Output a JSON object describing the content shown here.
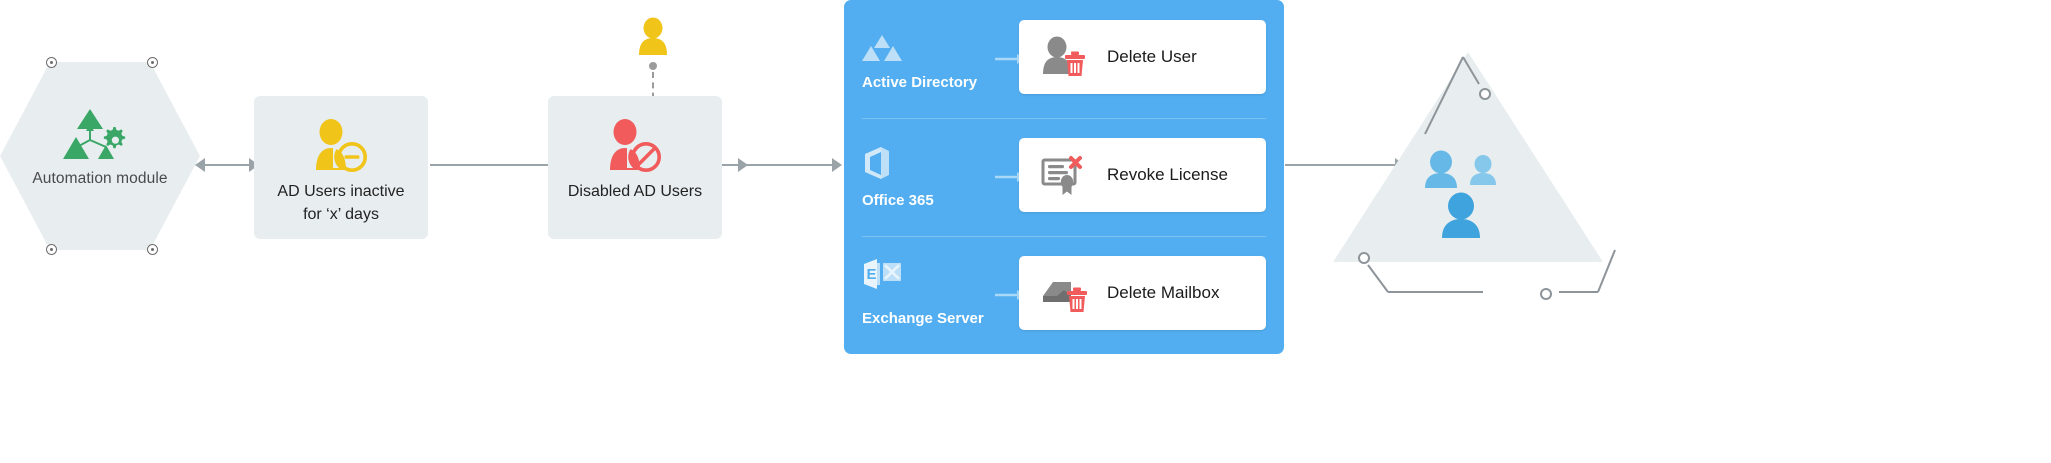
{
  "diagram": {
    "title": "AD user lifecycle de-provisioning automation flow",
    "colors": {
      "node_fill": "#e8eef0",
      "panel_blue": "#52aef0",
      "panel_divider": "#7cc3f4",
      "accent_green": "#3aa767",
      "accent_yellow": "#f0c419",
      "accent_red": "#f15b5b",
      "accent_blue_user": "#5cb3e4",
      "connector_gray": "#9aa3a8",
      "text_dark": "#222222",
      "text_muted": "#4a4a4a"
    }
  },
  "nodes": {
    "automation_module": {
      "label": "Automation module",
      "icon": "automation-module-icon",
      "shape": "hexagon",
      "handles": 4
    },
    "ad_users_inactive": {
      "label_line1": "AD Users inactive",
      "label_line2": "for ‘x’ days",
      "icon": "user-minus-icon",
      "shape": "rounded-rect"
    },
    "disabled_ad_users": {
      "label": "Disabled AD Users",
      "icon": "user-blocked-icon",
      "shape": "rounded-rect"
    },
    "final_group": {
      "label": "",
      "icon": "users-group-icon",
      "shape": "triangle",
      "handles": 3
    }
  },
  "annotations": [
    {
      "icon": "person-yellow-icon",
      "connector": "dashed-dropper"
    },
    {
      "icon": "person-red-blocked-icon",
      "connector": "dashed-dropper"
    }
  ],
  "integration_panel": {
    "services": [
      {
        "name": "Active Directory",
        "icon": "active-directory-icon",
        "arrow": "arrow-right-icon",
        "action": {
          "label": "Delete User",
          "icon": "user-delete-icon"
        }
      },
      {
        "name": "Office 365",
        "icon": "office-365-icon",
        "arrow": "arrow-right-icon",
        "action": {
          "label": "Revoke License",
          "icon": "certificate-revoke-icon"
        }
      },
      {
        "name": "Exchange Server",
        "icon": "exchange-server-icon",
        "arrow": "arrow-right-icon",
        "action": {
          "label": "Delete Mailbox",
          "icon": "mailbox-delete-icon"
        }
      }
    ]
  },
  "connectors": [
    {
      "from": "automation_module",
      "to": "ad_users_inactive",
      "style": "double-arrow"
    },
    {
      "from": "ad_users_inactive",
      "to": "disabled_ad_users",
      "style": "arrow-right"
    },
    {
      "from": "disabled_ad_users",
      "to": "integration_panel",
      "style": "arrow-right"
    },
    {
      "from": "integration_panel",
      "to": "final_group",
      "style": "arrow-right"
    }
  ]
}
